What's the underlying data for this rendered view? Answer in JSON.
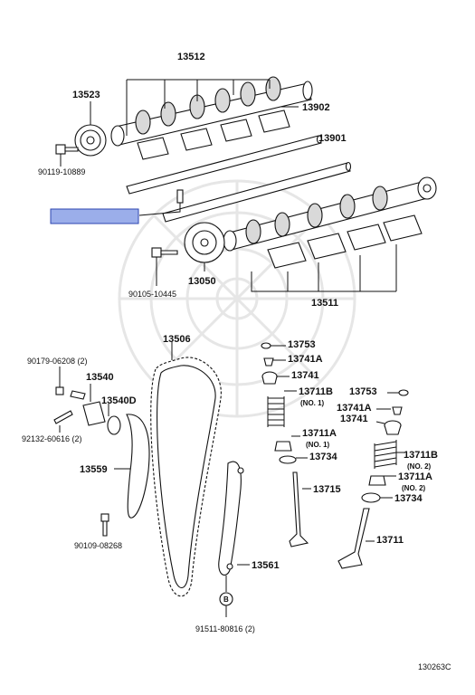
{
  "diagram_id": "130263C",
  "labels": {
    "p13512": "13512",
    "p13523": "13523",
    "p13902": "13902",
    "p13901": "13901",
    "p90119": "90119-10889",
    "p90105": "90105-10445",
    "p13050": "13050",
    "p13511": "13511",
    "p13506": "13506",
    "p13753a": "13753",
    "p13741Aa": "13741A",
    "p13741a": "13741",
    "p90179": "90179-06208 (2)",
    "p13540": "13540",
    "p13540D": "13540D",
    "p13711Ba": "13711B",
    "p13711Ba_note": "(NO. 1)",
    "p13753b": "13753",
    "p13741Ab": "13741A",
    "p13741b": "13741",
    "p92132": "92132-60616 (2)",
    "p13711Aa": "13711A",
    "p13711Aa_note": "(NO. 1)",
    "p13734a": "13734",
    "p13559": "13559",
    "p13711Bb": "13711B",
    "p13711Bb_note": "(NO. 2)",
    "p13711Ab": "13711A",
    "p13711Ab_note": "(NO. 2)",
    "p13715": "13715",
    "p13734b": "13734",
    "p90109": "90109-08268",
    "p13711": "13711",
    "p13561": "13561",
    "p91511": "91511-80816 (2)",
    "callout_b": "B"
  }
}
